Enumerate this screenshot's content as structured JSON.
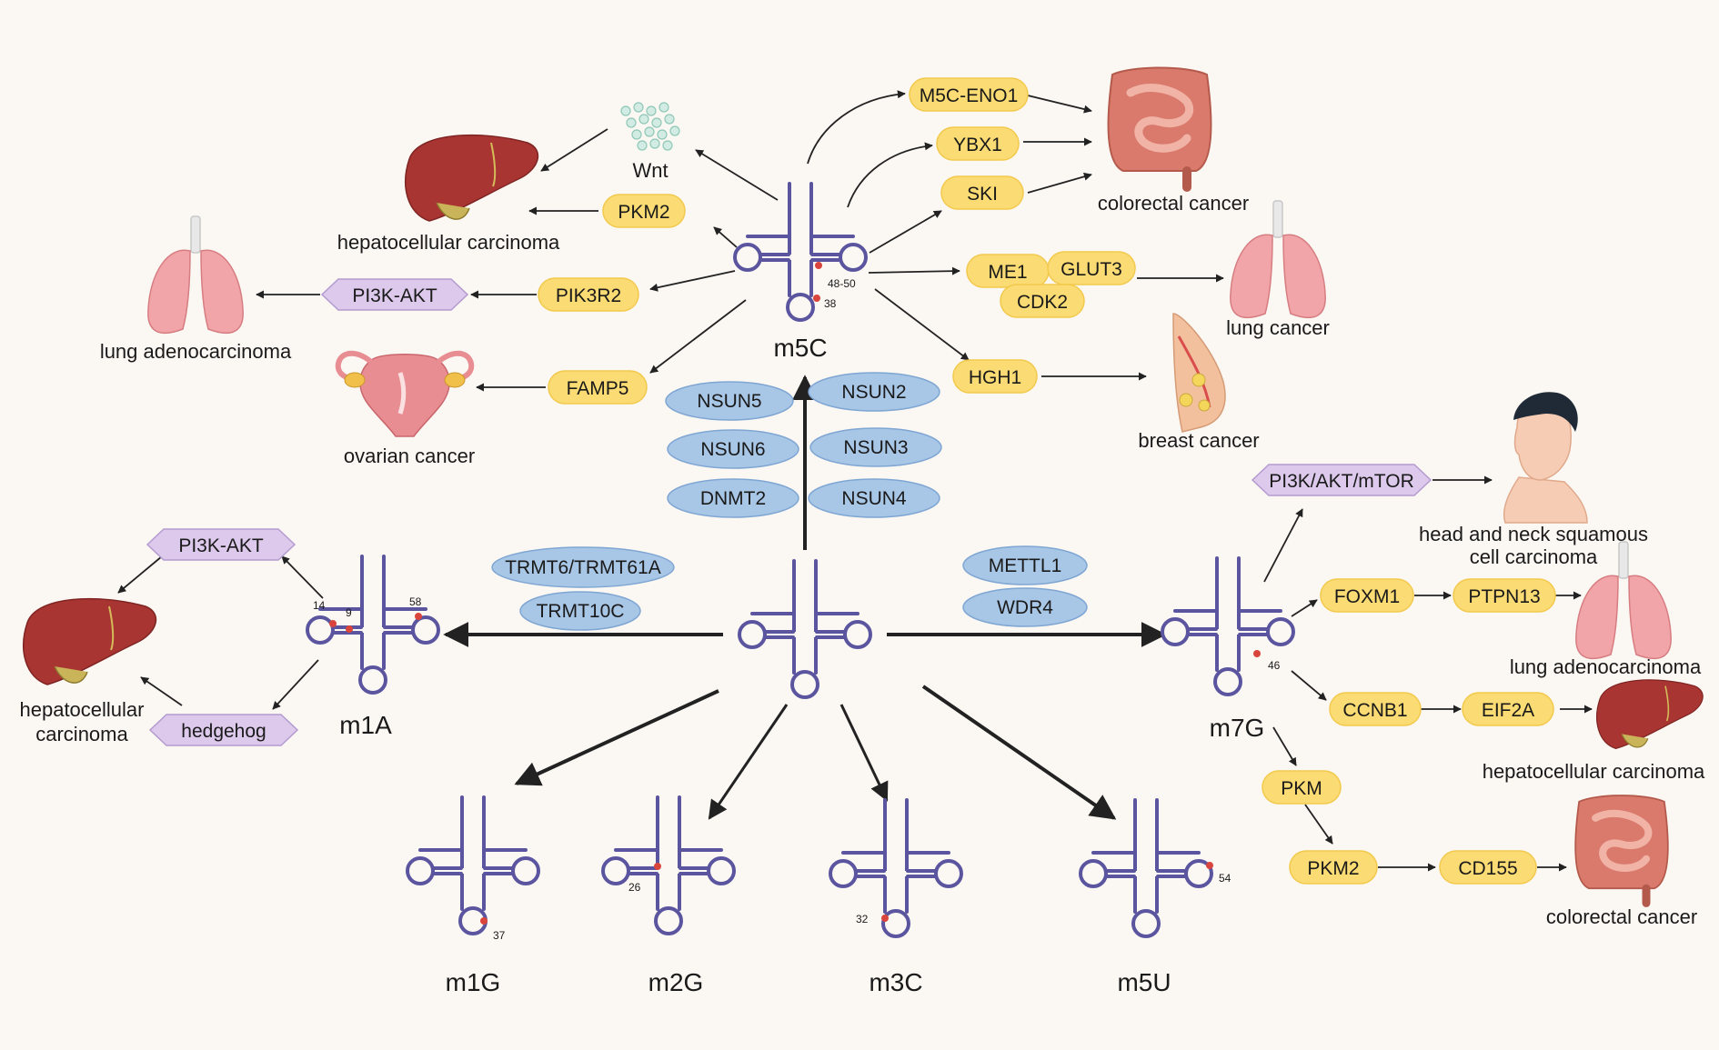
{
  "trna": {
    "center": {
      "label": ""
    },
    "m5C": {
      "label": "m5C",
      "positions": [
        "48-50",
        "38"
      ]
    },
    "m1A": {
      "label": "m1A",
      "positions": [
        "14",
        "9",
        "58"
      ]
    },
    "m7G": {
      "label": "m7G",
      "positions": [
        "46"
      ]
    },
    "m1G": {
      "label": "m1G",
      "positions": [
        "37"
      ]
    },
    "m2G": {
      "label": "m2G",
      "positions": [
        "26"
      ]
    },
    "m3C": {
      "label": "m3C",
      "positions": [
        "32"
      ]
    },
    "m5U": {
      "label": "m5U",
      "positions": [
        "54"
      ]
    }
  },
  "enzymes": {
    "m5C": [
      "NSUN5",
      "NSUN2",
      "NSUN6",
      "NSUN3",
      "DNMT2",
      "NSUN4"
    ],
    "m1A": [
      "TRMT6/TRMT61A",
      "TRMT10C"
    ],
    "m7G": [
      "METTL1",
      "WDR4"
    ]
  },
  "m5C_targets": {
    "wnt": "Wnt",
    "pkm2": "PKM2",
    "pik3r2": "PIK3R2",
    "pi3k_akt": "PI3K-AKT",
    "famp5": "FAMP5",
    "m5c_eno1": "M5C-ENO1",
    "ybx1": "YBX1",
    "ski": "SKI",
    "me1": "ME1",
    "glut3": "GLUT3",
    "cdk2": "CDK2",
    "hgh1": "HGH1"
  },
  "m1A_targets": {
    "pi3k_akt": "PI3K-AKT",
    "hedgehog": "hedgehog"
  },
  "m7G_targets": {
    "pi3k_akt_mtor": "PI3K/AKT/mTOR",
    "foxm1": "FOXM1",
    "ptpn13": "PTPN13",
    "ccnb1": "CCNB1",
    "eif2a": "EIF2A",
    "pkm": "PKM",
    "pkm2": "PKM2",
    "cd155": "CD155"
  },
  "cancers": {
    "hcc_top": "hepatocellular carcinoma",
    "lung_adeno_top": "lung adenocarcinoma",
    "ovarian": "ovarian cancer",
    "colorectal_top": "colorectal cancer",
    "lung_cancer": "lung cancer",
    "breast": "breast cancer",
    "hcc_left_1": "hepatocellular",
    "hcc_left_2": "carcinoma",
    "hnscc_1": "head and neck squamous",
    "hnscc_2": "cell carcinoma",
    "lung_adeno_right": "lung adenocarcinoma",
    "hcc_right": "hepatocellular carcinoma",
    "colorectal_bottom": "colorectal cancer"
  },
  "colors": {
    "trna": "#5b55a0",
    "yellow_pill": "#fbdb73",
    "yellow_border": "#f2c94c",
    "purple_hex": "#dcc9eb",
    "purple_border": "#b49bd0",
    "blue_enzyme": "#a8c6e6",
    "blue_border": "#7fa6d3",
    "liver": "#a93532",
    "lung": "#f2a5a8",
    "colon": "#d97a6c",
    "site": "#d9453c"
  }
}
